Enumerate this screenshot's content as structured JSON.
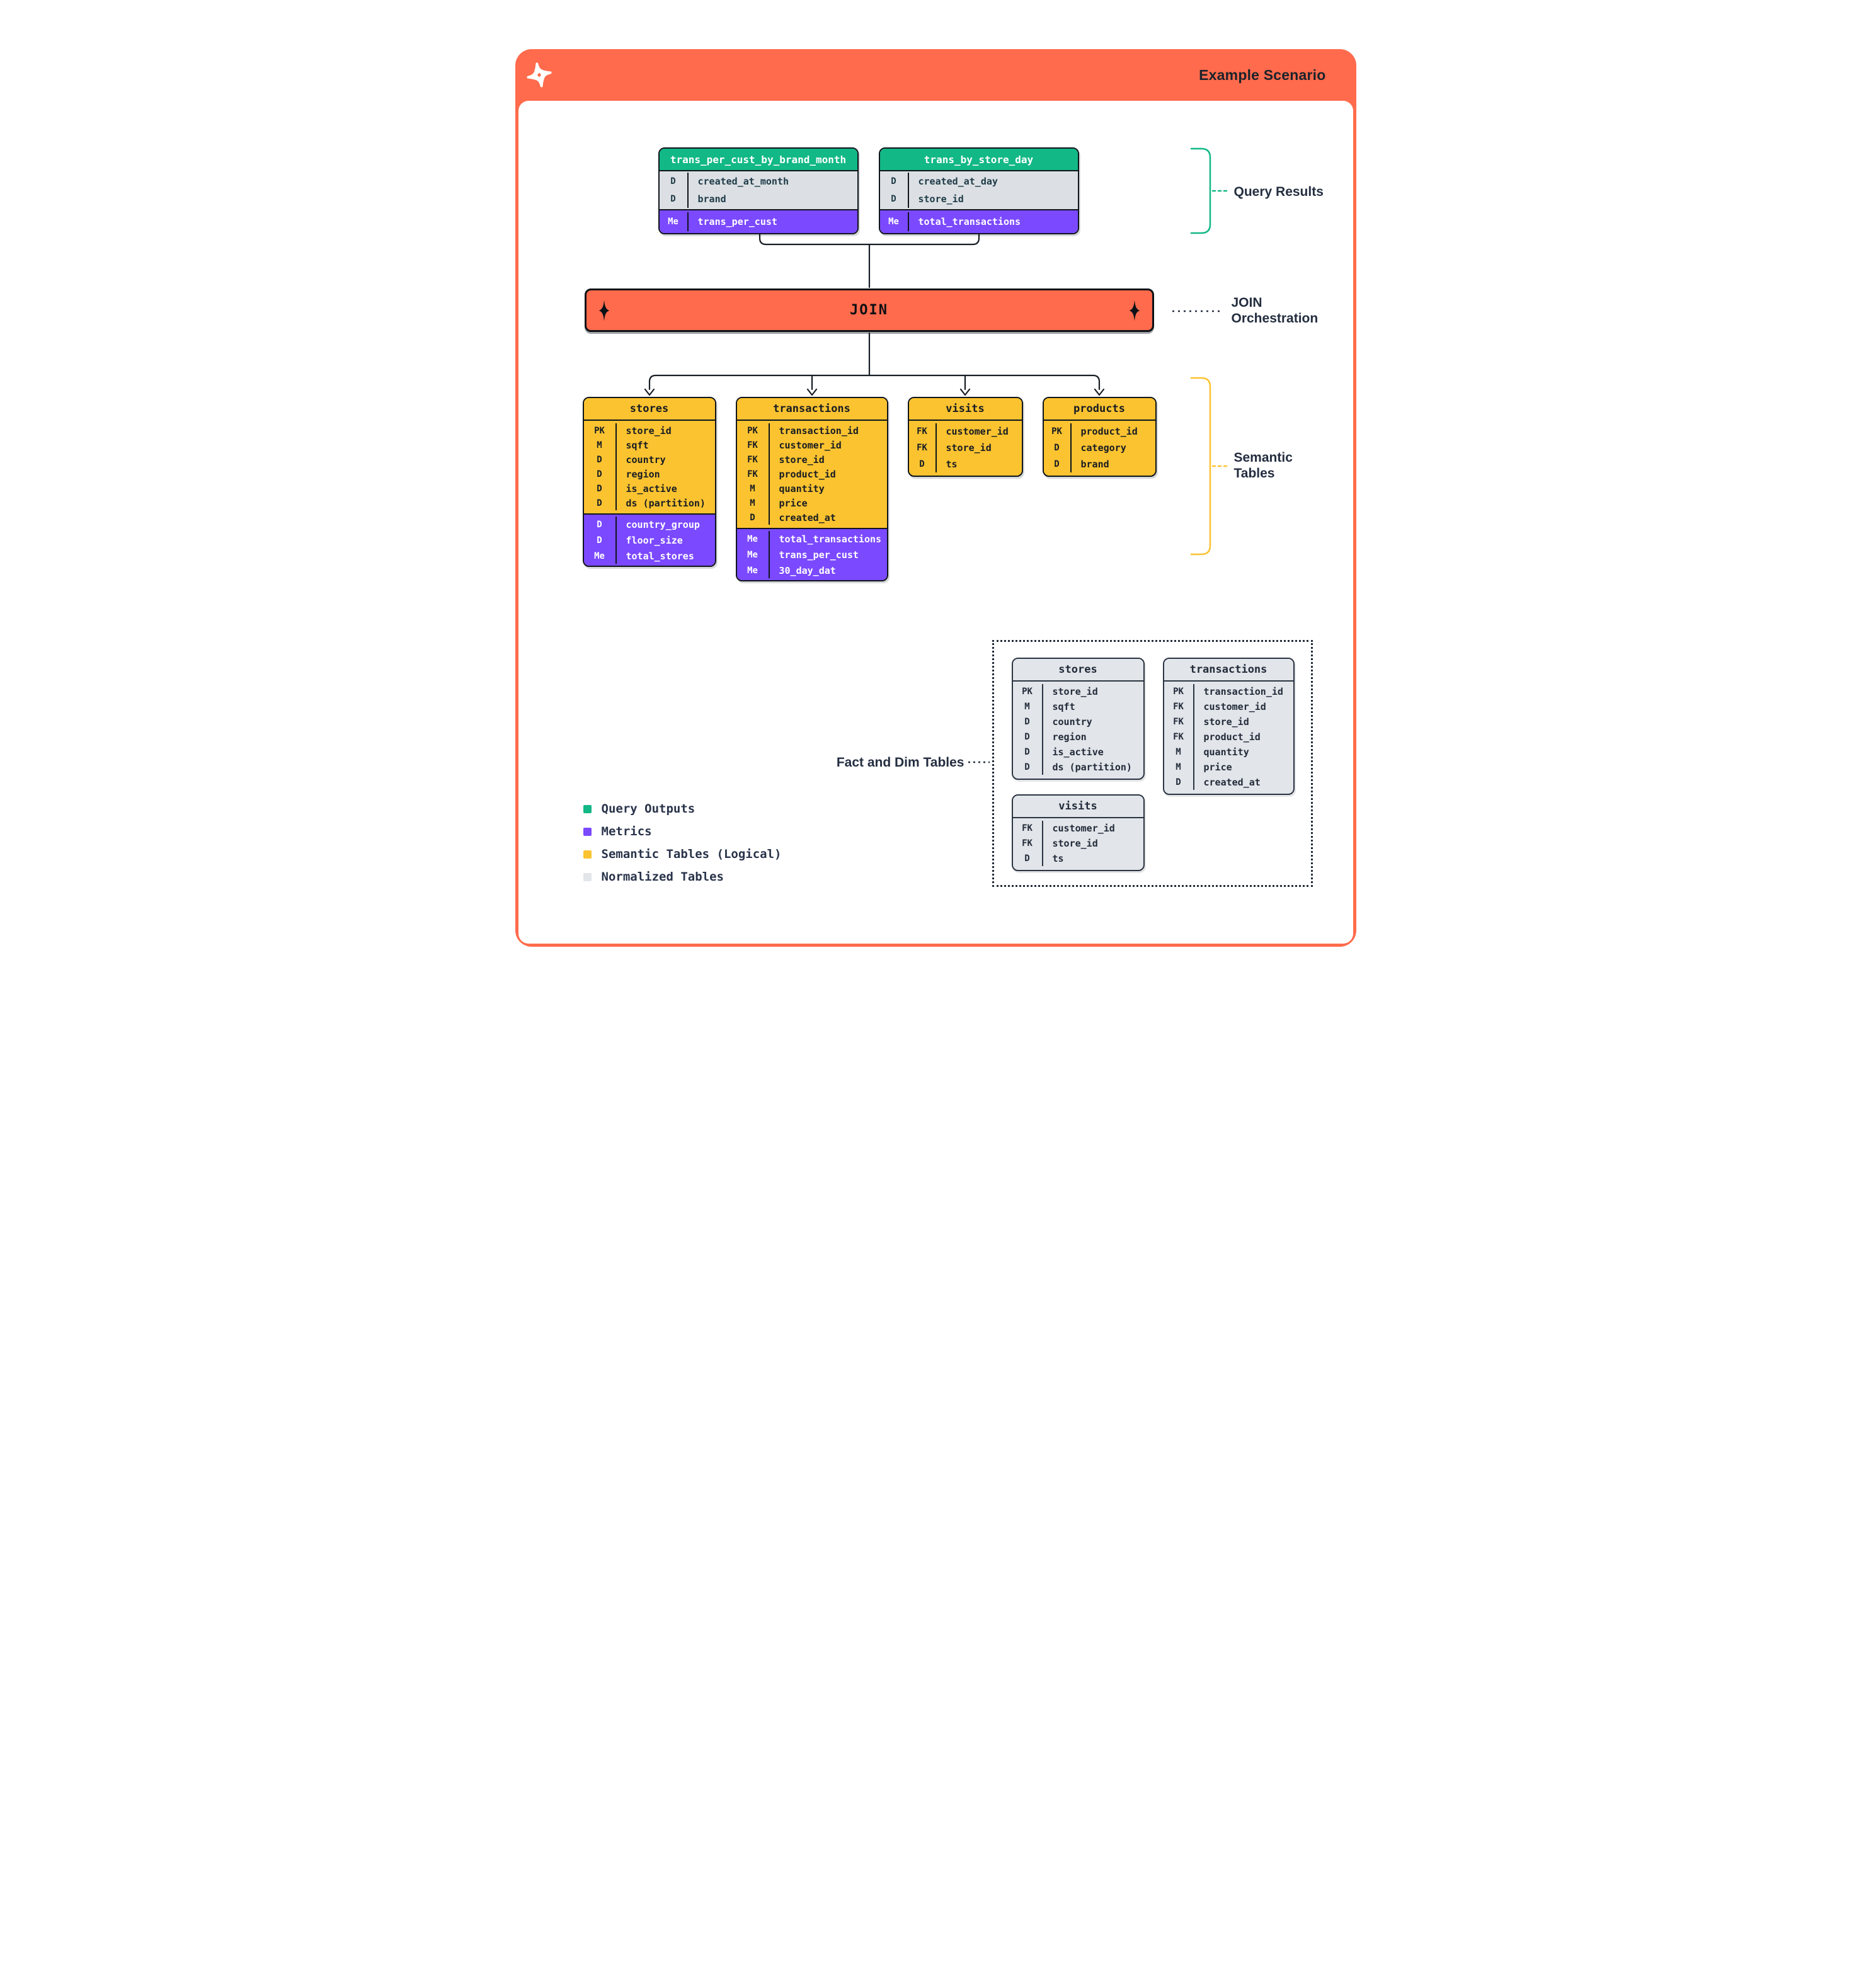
{
  "header": {
    "title": "Example Scenario"
  },
  "join": {
    "label": "JOIN"
  },
  "annotations": {
    "query_results": "Query Results",
    "join_line1": "JOIN",
    "join_line2": "Orchestration",
    "semantic_line1": "Semantic",
    "semantic_line2": "Tables",
    "fact_dim": "Fact and Dim Tables"
  },
  "query_tables": [
    {
      "name": "trans_per_cust_by_brand_month",
      "rows": [
        {
          "b": "D",
          "n": "created_at_month"
        },
        {
          "b": "D",
          "n": "brand"
        }
      ],
      "mets": [
        {
          "b": "Me",
          "n": "trans_per_cust"
        }
      ]
    },
    {
      "name": "trans_by_store_day",
      "rows": [
        {
          "b": "D",
          "n": "created_at_day"
        },
        {
          "b": "D",
          "n": "store_id"
        }
      ],
      "mets": [
        {
          "b": "Me",
          "n": "total_transactions"
        }
      ]
    }
  ],
  "semantic_tables": [
    {
      "name": "stores",
      "rows": [
        {
          "b": "PK",
          "n": "store_id"
        },
        {
          "b": "M",
          "n": "sqft"
        },
        {
          "b": "D",
          "n": "country"
        },
        {
          "b": "D",
          "n": "region"
        },
        {
          "b": "D",
          "n": "is_active"
        },
        {
          "b": "D",
          "n": "ds (partition)"
        }
      ],
      "mets": [
        {
          "b": "D",
          "n": "country_group"
        },
        {
          "b": "D",
          "n": "floor_size"
        },
        {
          "b": "Me",
          "n": "total_stores"
        }
      ]
    },
    {
      "name": "transactions",
      "rows": [
        {
          "b": "PK",
          "n": "transaction_id"
        },
        {
          "b": "FK",
          "n": "customer_id"
        },
        {
          "b": "FK",
          "n": "store_id"
        },
        {
          "b": "FK",
          "n": "product_id"
        },
        {
          "b": "M",
          "n": "quantity"
        },
        {
          "b": "M",
          "n": "price"
        },
        {
          "b": "D",
          "n": "created_at"
        }
      ],
      "mets": [
        {
          "b": "Me",
          "n": "total_transactions"
        },
        {
          "b": "Me",
          "n": "trans_per_cust"
        },
        {
          "b": "Me",
          "n": "30_day_dat"
        }
      ]
    },
    {
      "name": "visits",
      "rows": [
        {
          "b": "FK",
          "n": "customer_id"
        },
        {
          "b": "FK",
          "n": "store_id"
        },
        {
          "b": "D",
          "n": "ts"
        }
      ],
      "mets": []
    },
    {
      "name": "products",
      "rows": [
        {
          "b": "PK",
          "n": "product_id"
        },
        {
          "b": "D",
          "n": "category"
        },
        {
          "b": "D",
          "n": "brand"
        }
      ],
      "mets": []
    }
  ],
  "normalized_tables": [
    {
      "name": "stores",
      "rows": [
        {
          "b": "PK",
          "n": "store_id"
        },
        {
          "b": "M",
          "n": "sqft"
        },
        {
          "b": "D",
          "n": "country"
        },
        {
          "b": "D",
          "n": "region"
        },
        {
          "b": "D",
          "n": "is_active"
        },
        {
          "b": "D",
          "n": "ds (partition)"
        }
      ]
    },
    {
      "name": "transactions",
      "rows": [
        {
          "b": "PK",
          "n": "transaction_id"
        },
        {
          "b": "FK",
          "n": "customer_id"
        },
        {
          "b": "FK",
          "n": "store_id"
        },
        {
          "b": "FK",
          "n": "product_id"
        },
        {
          "b": "M",
          "n": "quantity"
        },
        {
          "b": "M",
          "n": "price"
        },
        {
          "b": "D",
          "n": "created_at"
        }
      ]
    },
    {
      "name": "visits",
      "rows": [
        {
          "b": "FK",
          "n": "customer_id"
        },
        {
          "b": "FK",
          "n": "store_id"
        },
        {
          "b": "D",
          "n": "ts"
        }
      ]
    }
  ],
  "legend": {
    "items": [
      {
        "label": "Query Outputs",
        "color": "#12B886"
      },
      {
        "label": "Metrics",
        "color": "#7B49FF"
      },
      {
        "label": "Semantic Tables (Logical)",
        "color": "#FBC330"
      },
      {
        "label": "Normalized Tables",
        "color": "#E2E5E9"
      }
    ]
  },
  "colors": {
    "frame": "#FF6B4C",
    "green": "#12B886",
    "purple": "#7B49FF",
    "yellow": "#FBC330",
    "normalized": "#E2E5E9",
    "ink": "#0F151C",
    "label": "#242E40"
  }
}
